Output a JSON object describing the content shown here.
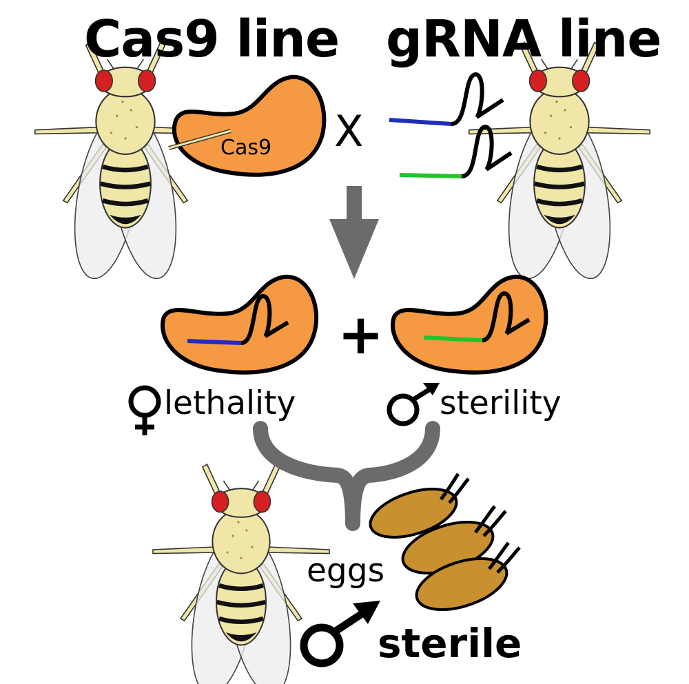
{
  "titles": {
    "left": "Cas9 line",
    "right": "gRNA line"
  },
  "labels": {
    "cas9": "Cas9",
    "cross": "X",
    "plus": "+",
    "female_effect": "lethality",
    "male_effect": "sterility",
    "eggs": "eggs",
    "result": "sterile"
  },
  "colors": {
    "cas9_orange": "#F59A42",
    "egg_brown": "#C8902F",
    "guide_blue": "#1F2FB8",
    "guide_green": "#22C42A",
    "arrow_gray": "#6B6B6B",
    "fly_body": "#F0E6A8",
    "fly_eye": "#D42020"
  }
}
